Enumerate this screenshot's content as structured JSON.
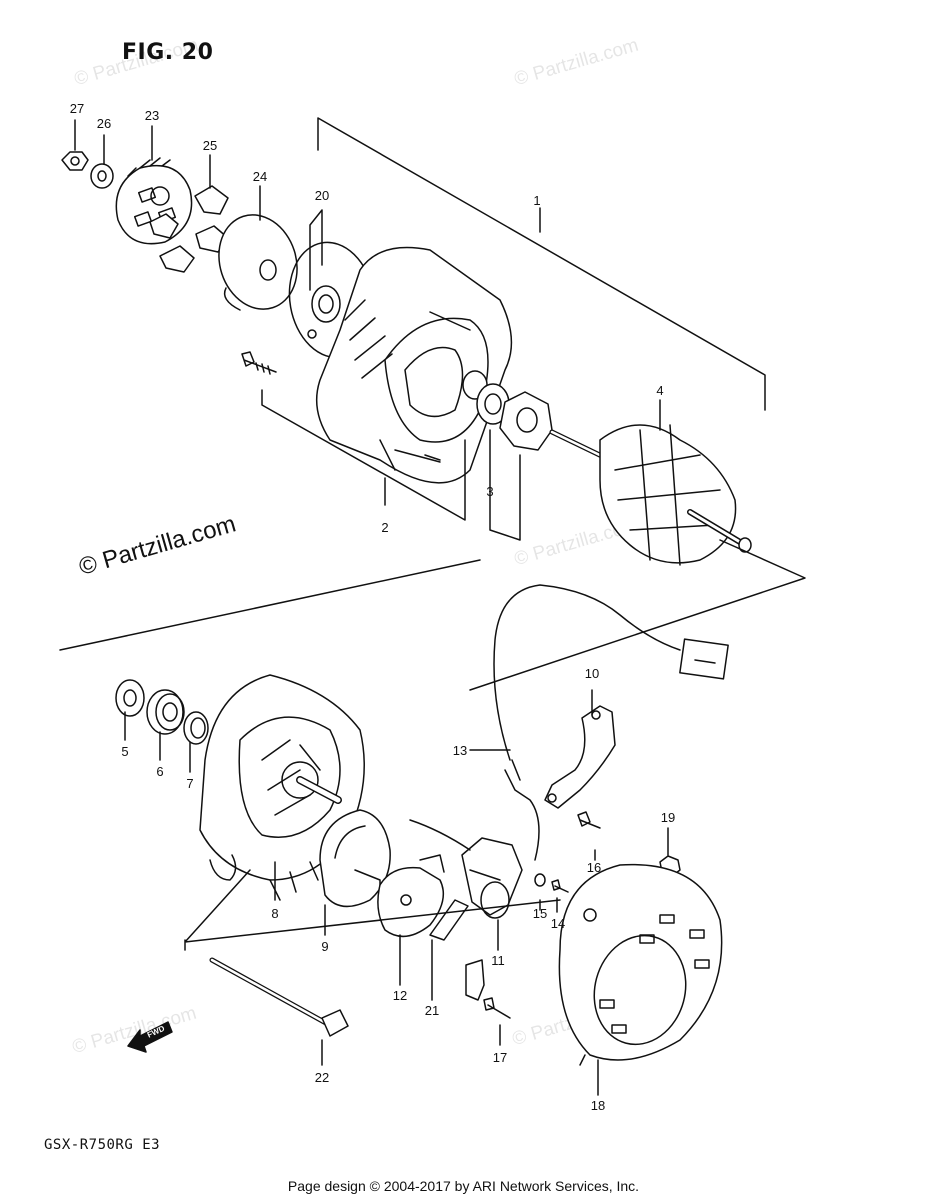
{
  "figure": {
    "title": "FIG. 20"
  },
  "model": "GSX-R750RG E3",
  "footer": "Page design © 2004-2017 by ARI Network Services, Inc.",
  "watermark": "© Partzilla.com",
  "fwd_label": "FWD",
  "callouts": [
    "1",
    "2",
    "3",
    "4",
    "5",
    "6",
    "7",
    "8",
    "9",
    "10",
    "11",
    "12",
    "13",
    "14",
    "15",
    "16",
    "17",
    "18",
    "19",
    "20",
    "21",
    "22",
    "23",
    "24",
    "25",
    "26",
    "27"
  ]
}
